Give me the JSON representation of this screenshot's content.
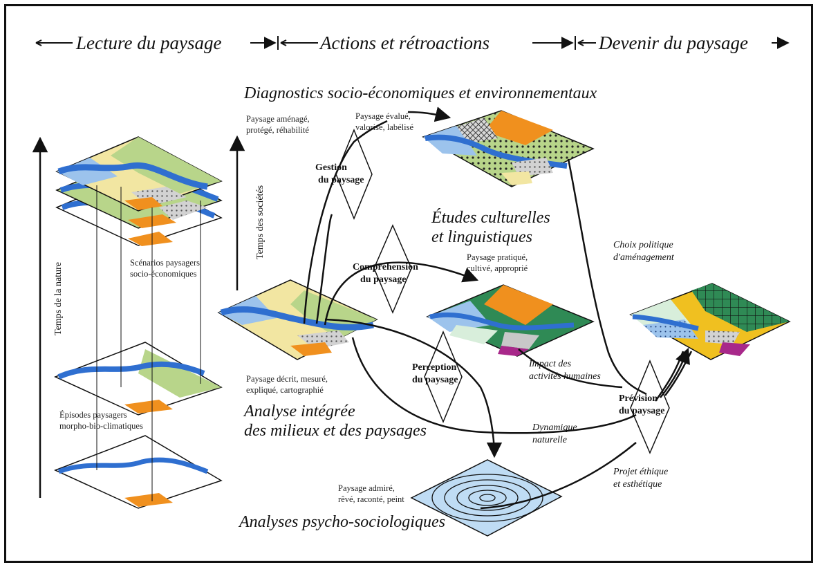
{
  "header": {
    "left": "Lecture du paysage",
    "middle": "Actions et rétroactions",
    "right": "Devenir du paysage"
  },
  "titles": {
    "diagnostics": "Diagnostics socio-économiques et  environnementaux",
    "etudes_1": "Études culturelles",
    "etudes_2": "et linguistiques",
    "analyse_1": "Analyse intégrée",
    "analyse_2": "des milieux et des paysages",
    "psycho": "Analyses psycho-sociologiques"
  },
  "axes": {
    "nature": "Temps de la nature",
    "societes": "Temps des sociétés"
  },
  "notes": {
    "amenage_1": "Paysage aménagé,",
    "amenage_2": "protégé, réhabilité",
    "evalue_1": "Paysage évalué,",
    "evalue_2": "valorisé, labélisé",
    "pratique_1": "Paysage pratiqué,",
    "pratique_2": "cultivé, approprié",
    "decrit_1": "Paysage décrit, mesuré,",
    "decrit_2": "expliqué, cartographié",
    "admire_1": "Paysage admiré,",
    "admire_2": "rêvé, raconté, peint",
    "scenarios_1": "Scénarios paysagers",
    "scenarios_2": "socio-économiques",
    "episodes_1": "Épisodes paysagers",
    "episodes_2": "morpho-bio-climatiques"
  },
  "processes": {
    "gestion_1": "Gestion",
    "gestion_2": "du paysage",
    "comprehension_1": "Compréhension",
    "comprehension_2": "du paysage",
    "perception_1": "Perception",
    "perception_2": "du paysage",
    "prevision_1": "Prévision",
    "prevision_2": "du paysage"
  },
  "italic_labels": {
    "choix_1": "Choix politique",
    "choix_2": "d'aménagement",
    "impact_1": "Impact des",
    "impact_2": "activités humaines",
    "dynamique_1": "Dynamique",
    "dynamique_2": "naturelle",
    "projet_1": "Projet éthique",
    "projet_2": "et esthétique"
  },
  "colors": {
    "water": "#2f6fd0",
    "light_blue": "#9cc3ec",
    "yellow": "#f2e6a2",
    "green": "#b8d58a",
    "orange": "#f0901e",
    "dark_green": "#2f8a55",
    "magenta": "#a8288a",
    "grey": "#c8c8c8"
  }
}
